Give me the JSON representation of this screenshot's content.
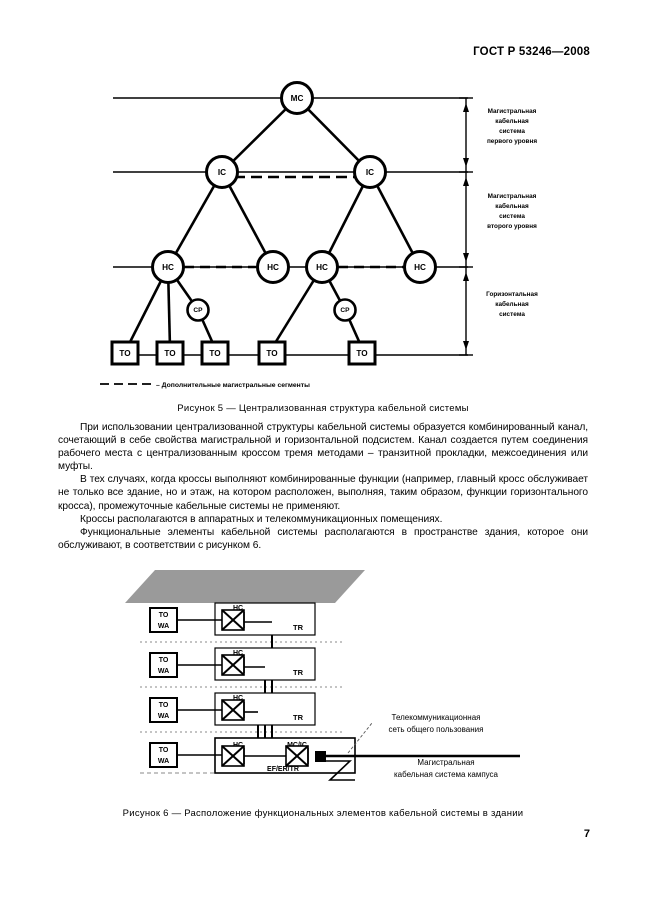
{
  "header": {
    "standard": "ГОСТ Р 53246—2008"
  },
  "page": {
    "number": "7"
  },
  "figure5": {
    "caption": "Рисунок 5 — Централизованная структура кабельной системы",
    "legend": {
      "text": "– Дополнительные магистральные сегменты"
    },
    "nodes": {
      "mc": "MC",
      "ic1": "IC",
      "ic2": "IC",
      "hc1": "HC",
      "hc2": "HC",
      "hc3": "HC",
      "hc4": "HC",
      "cp1": "CP",
      "cp2": "CP",
      "to1": "TO",
      "to2": "TO",
      "to3": "TO",
      "to4": "TO",
      "to5": "TO"
    },
    "zones": [
      {
        "id": "zone-backbone-1",
        "lines": [
          "Магистральная",
          "кабельная",
          "система",
          "первого уровня"
        ]
      },
      {
        "id": "zone-backbone-2",
        "lines": [
          "Магистральная",
          "кабельная",
          "система",
          "второго уровня"
        ]
      },
      {
        "id": "zone-horizontal",
        "lines": [
          "Горизонтальная",
          "кабельная",
          "система"
        ]
      }
    ]
  },
  "body": {
    "paragraphs": [
      "При использовании централизованной структуры кабельной системы образуется комбинированный канал, сочетающий в себе свойства магистральной и горизонтальной подсистем. Канал создается путем соединения рабочего места с централизованным кроссом тремя методами – транзитной прокладки, межсоединения или муфты.",
      "В тех случаях, когда кроссы выполняют комбинированные функции (например, главный кросс обслуживает не только все здание, но и этаж, на котором расположен, выполняя, таким образом, функции горизонтального кросса), промежуточные кабельные системы не применяют.",
      "Кроссы располагаются в аппаратных и телекоммуникационных помещениях.",
      "Функциональные элементы кабельной системы располагаются в пространстве здания, которое они обслуживают, в соответствии с рисунком 6."
    ]
  },
  "figure6": {
    "caption": "Рисунок 6 — Расположение функциональных элементов кабельной системы в здании",
    "floors": [
      {
        "to": "TO",
        "wa": "WA",
        "hc": "HC",
        "room": "TR"
      },
      {
        "to": "TO",
        "wa": "WA",
        "hc": "HC",
        "room": "TR"
      },
      {
        "to": "TO",
        "wa": "WA",
        "hc": "HC",
        "room": "TR"
      }
    ],
    "ground_floor": {
      "to": "TO",
      "wa": "WA",
      "hc": "HC",
      "mcic": "MC/IC",
      "room": "EF/ER/TR"
    },
    "annotations": {
      "public_network_line1": "Телекоммуникационная",
      "public_network_line2": "сеть общего пользования",
      "campus_backbone_line1": "Магистральная",
      "campus_backbone_line2": "кабельная система кампуса"
    }
  }
}
